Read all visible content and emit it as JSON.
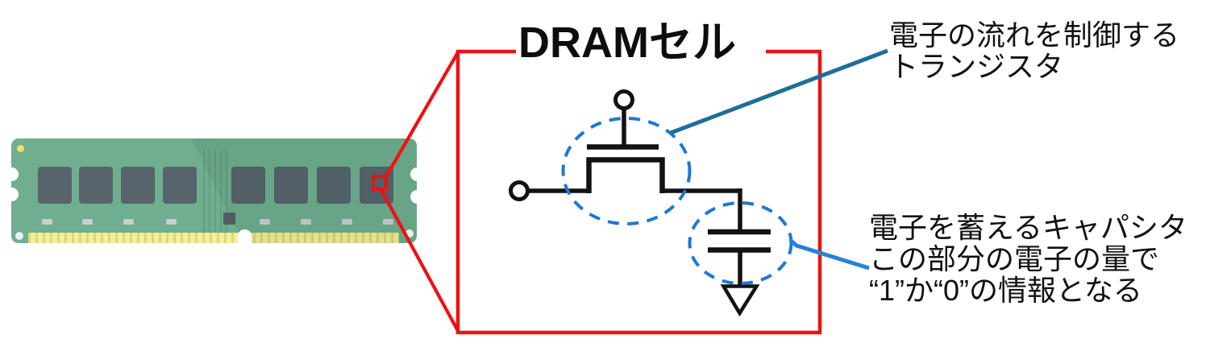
{
  "diagram": {
    "title": "DRAMセル",
    "callout_transistor": {
      "lines": [
        "電子の流れを制御する",
        "トランジスタ"
      ]
    },
    "callout_capacitor": {
      "lines": [
        "電子を蓄えるキャパシタ",
        "この部分の電子の量で",
        "“1”か“0”の情報となる"
      ]
    }
  },
  "icons": {
    "module": "ram-module-illustration",
    "zoom_marker": "zoom-highlight-square",
    "transistor": "transistor-symbol",
    "capacitor": "capacitor-symbol",
    "ground": "ground-symbol"
  },
  "colors": {
    "highlight_red": "#EE1111",
    "circuit_black": "#121212",
    "dashed_circle_blue": "#1E78D2",
    "callout_line_teal": "#1E6E99",
    "callout_line_blue": "#2A80D8",
    "board_green": "#6FAE8F",
    "chip_gray": "#57646C",
    "smd_gray": "#C9CFD3",
    "pin_gold": "#F1EF9E",
    "pin_stripe": "#DDD96E",
    "screw_dot_yellow": "#E9E468",
    "text_black": "#111111"
  }
}
